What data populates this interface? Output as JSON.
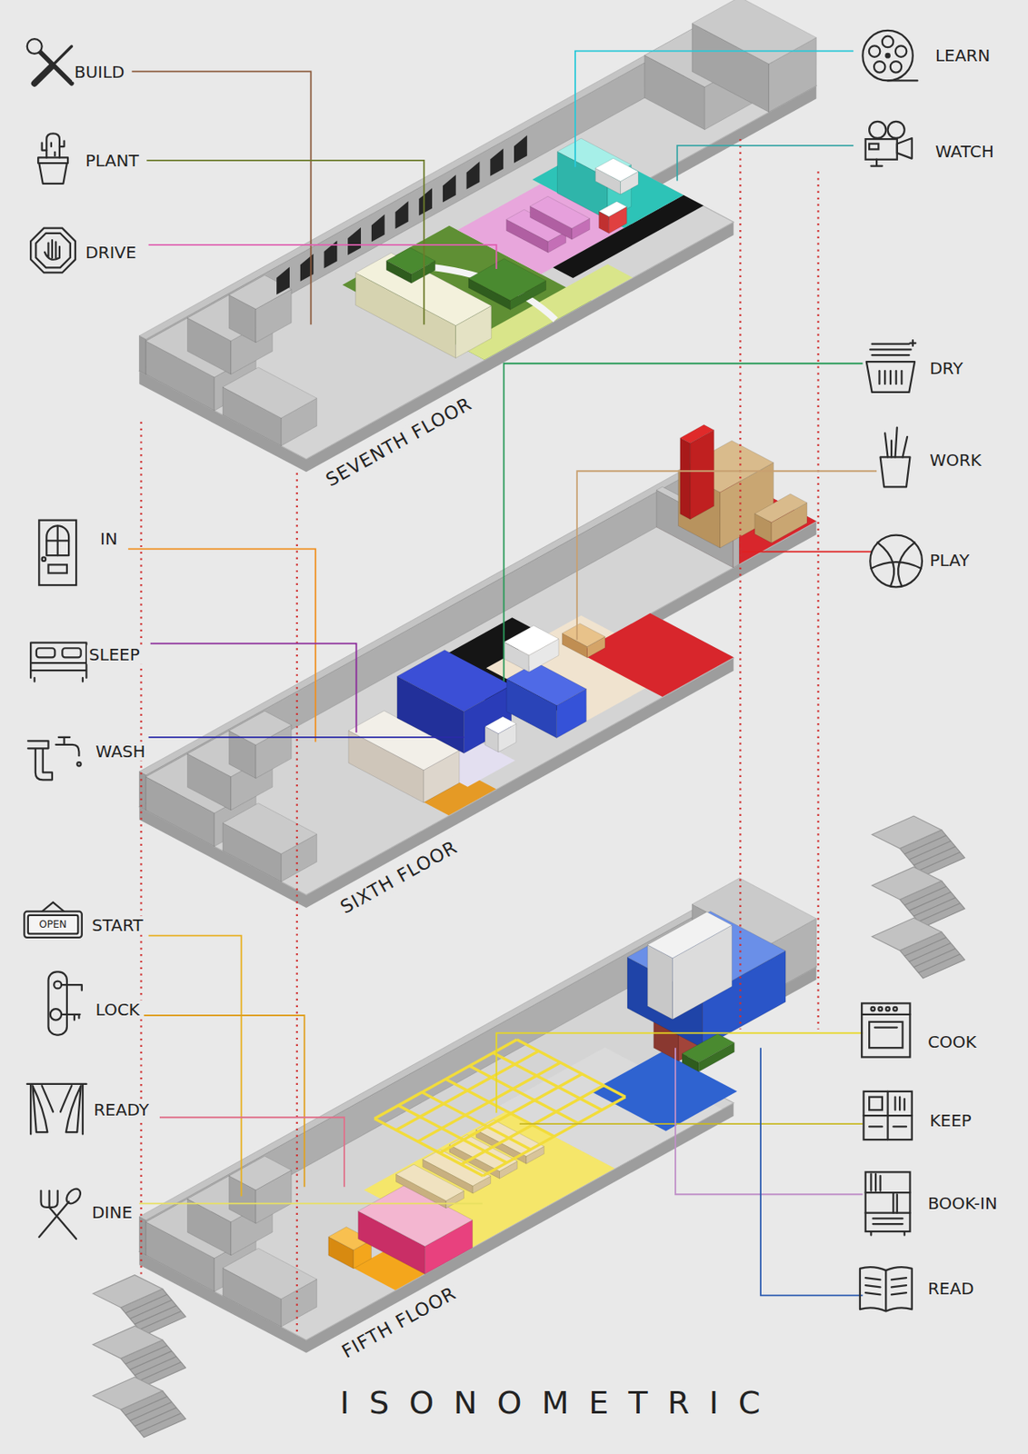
{
  "diagram": {
    "title": "ISONOMETRIC",
    "labels": [
      "BUILD",
      "PLANT",
      "DRIVE",
      "LEARN",
      "WATCH",
      "SEVENTH FLOOR",
      "DRY",
      "WORK",
      "PLAY",
      "IN",
      "SLEEP",
      "WASH",
      "SIXTH FLOOR",
      "OPEN",
      "START",
      "LOCK",
      "READY",
      "DINE",
      "FIFTH FLOOR",
      "COOK",
      "KEEP",
      "BOOK-IN",
      "READ"
    ]
  }
}
